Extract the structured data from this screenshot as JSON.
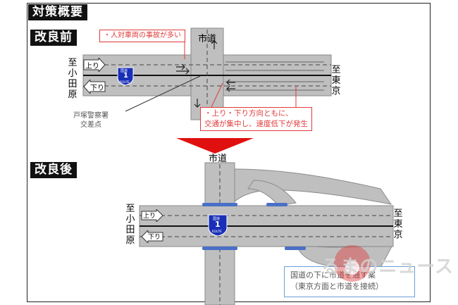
{
  "headers": {
    "section": "対策概要",
    "before": "改良前",
    "after": "改良後"
  },
  "before": {
    "callout_top": "・人対車両の事故が多い",
    "callout_bottom_1": "・上り・下り方向ともに、",
    "callout_bottom_2": "交通が集中し、速度低下が発生",
    "city_road": "市道",
    "left_dest": [
      "至",
      "小",
      "田",
      "原"
    ],
    "right_dest": [
      "至",
      "東",
      "京"
    ],
    "up_label": "上り",
    "down_label": "下り",
    "intersection_1": "戸塚警察署",
    "intersection_2": "交差点",
    "shield_top": "国道",
    "shield_num": "1",
    "shield_bottom": "ROUTE"
  },
  "after": {
    "city_road": "市道",
    "left_dest": [
      "至",
      "小",
      "田",
      "原"
    ],
    "right_dest": [
      "至",
      "東",
      "京"
    ],
    "up_label": "上り",
    "down_label": "下り",
    "shield_top": "国道",
    "shield_num": "1",
    "shield_bottom": "ROUTE",
    "proposal_1": "国道の下に市道を通す案",
    "proposal_2": "（東京方面と市道を接続）"
  },
  "watermark": "るまのニュース",
  "colors": {
    "road": "#bfbfbf",
    "road_edge": "#8a8a8a",
    "callout": "#e03a3a",
    "arrow": "#e01010",
    "bridge": "#4a6fc6",
    "shield": "#1a2fb8"
  }
}
